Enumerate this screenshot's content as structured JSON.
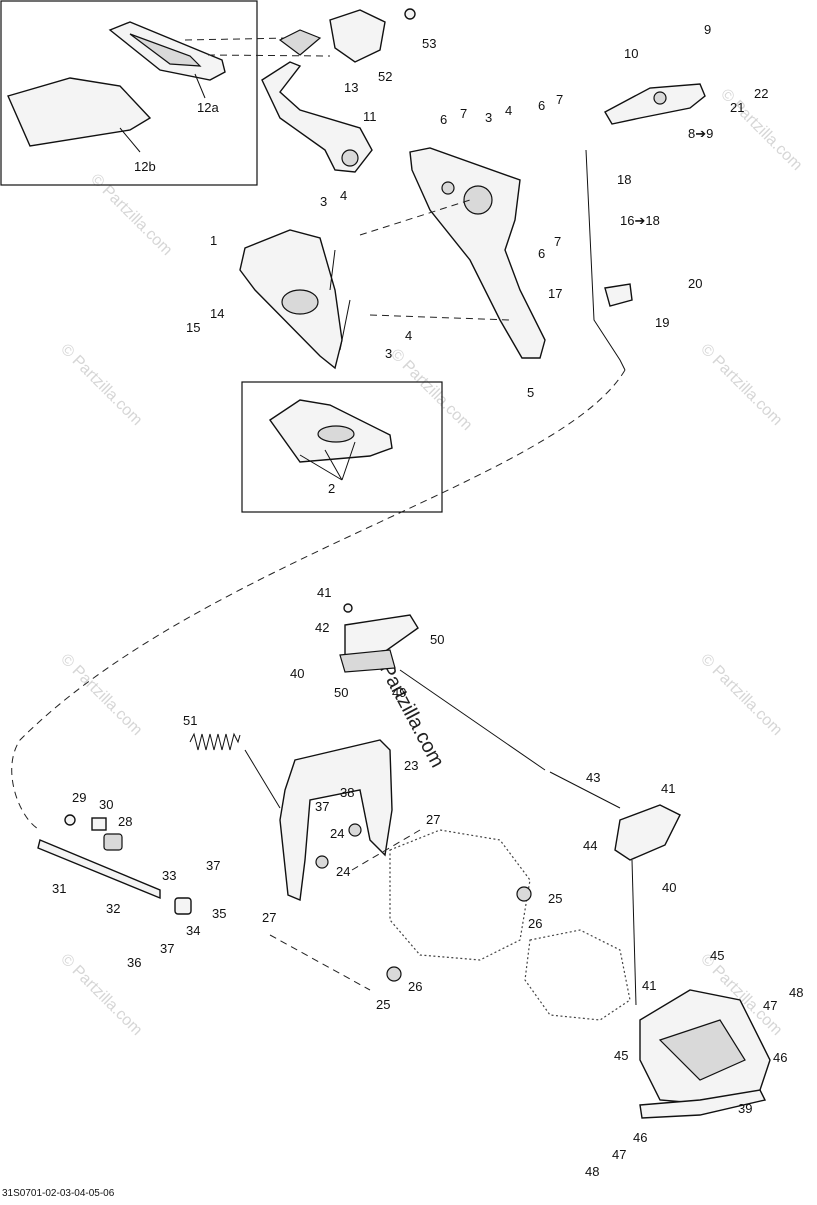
{
  "diagram": {
    "code": "31S0701-02-03-04-05-06",
    "watermark_diagonal": "© Partzilla.com",
    "watermark_repeat": "© Partzilla.com",
    "labels": {
      "l1": "1",
      "l2": "2",
      "l3a": "3",
      "l3b": "3",
      "l3c": "3",
      "l4a": "4",
      "l4b": "4",
      "l4c": "4",
      "l5": "5",
      "l6a": "6",
      "l6b": "6",
      "l6c": "6",
      "l7a": "7",
      "l7b": "7",
      "l7c": "7",
      "l8": "8➔9",
      "l9": "9",
      "l10": "10",
      "l11": "11",
      "l12a": "12a",
      "l12b": "12b",
      "l13": "13",
      "l14": "14",
      "l15": "15",
      "l16": "16➔18",
      "l17": "17",
      "l18": "18",
      "l19": "19",
      "l20": "20",
      "l21": "21",
      "l22": "22",
      "l23": "23",
      "l24a": "24",
      "l24b": "24",
      "l25a": "25",
      "l25b": "25",
      "l26a": "26",
      "l26b": "26",
      "l27a": "27",
      "l27b": "27",
      "l28": "28",
      "l29": "29",
      "l30": "30",
      "l31": "31",
      "l32": "32",
      "l33": "33",
      "l34": "34",
      "l35": "35",
      "l36": "36",
      "l37a": "37",
      "l37b": "37",
      "l37c": "37",
      "l38": "38",
      "l39": "39",
      "l40a": "40",
      "l40b": "40",
      "l41a": "41",
      "l41b": "41",
      "l41c": "41",
      "l42": "42",
      "l43": "43",
      "l44": "44",
      "l45a": "45",
      "l45b": "45",
      "l46a": "46",
      "l46b": "46",
      "l47a": "47",
      "l47b": "47",
      "l48a": "48",
      "l48b": "48",
      "l49": "49",
      "l50a": "50",
      "l50b": "50",
      "l51": "51",
      "l52": "52",
      "l53": "53"
    }
  }
}
